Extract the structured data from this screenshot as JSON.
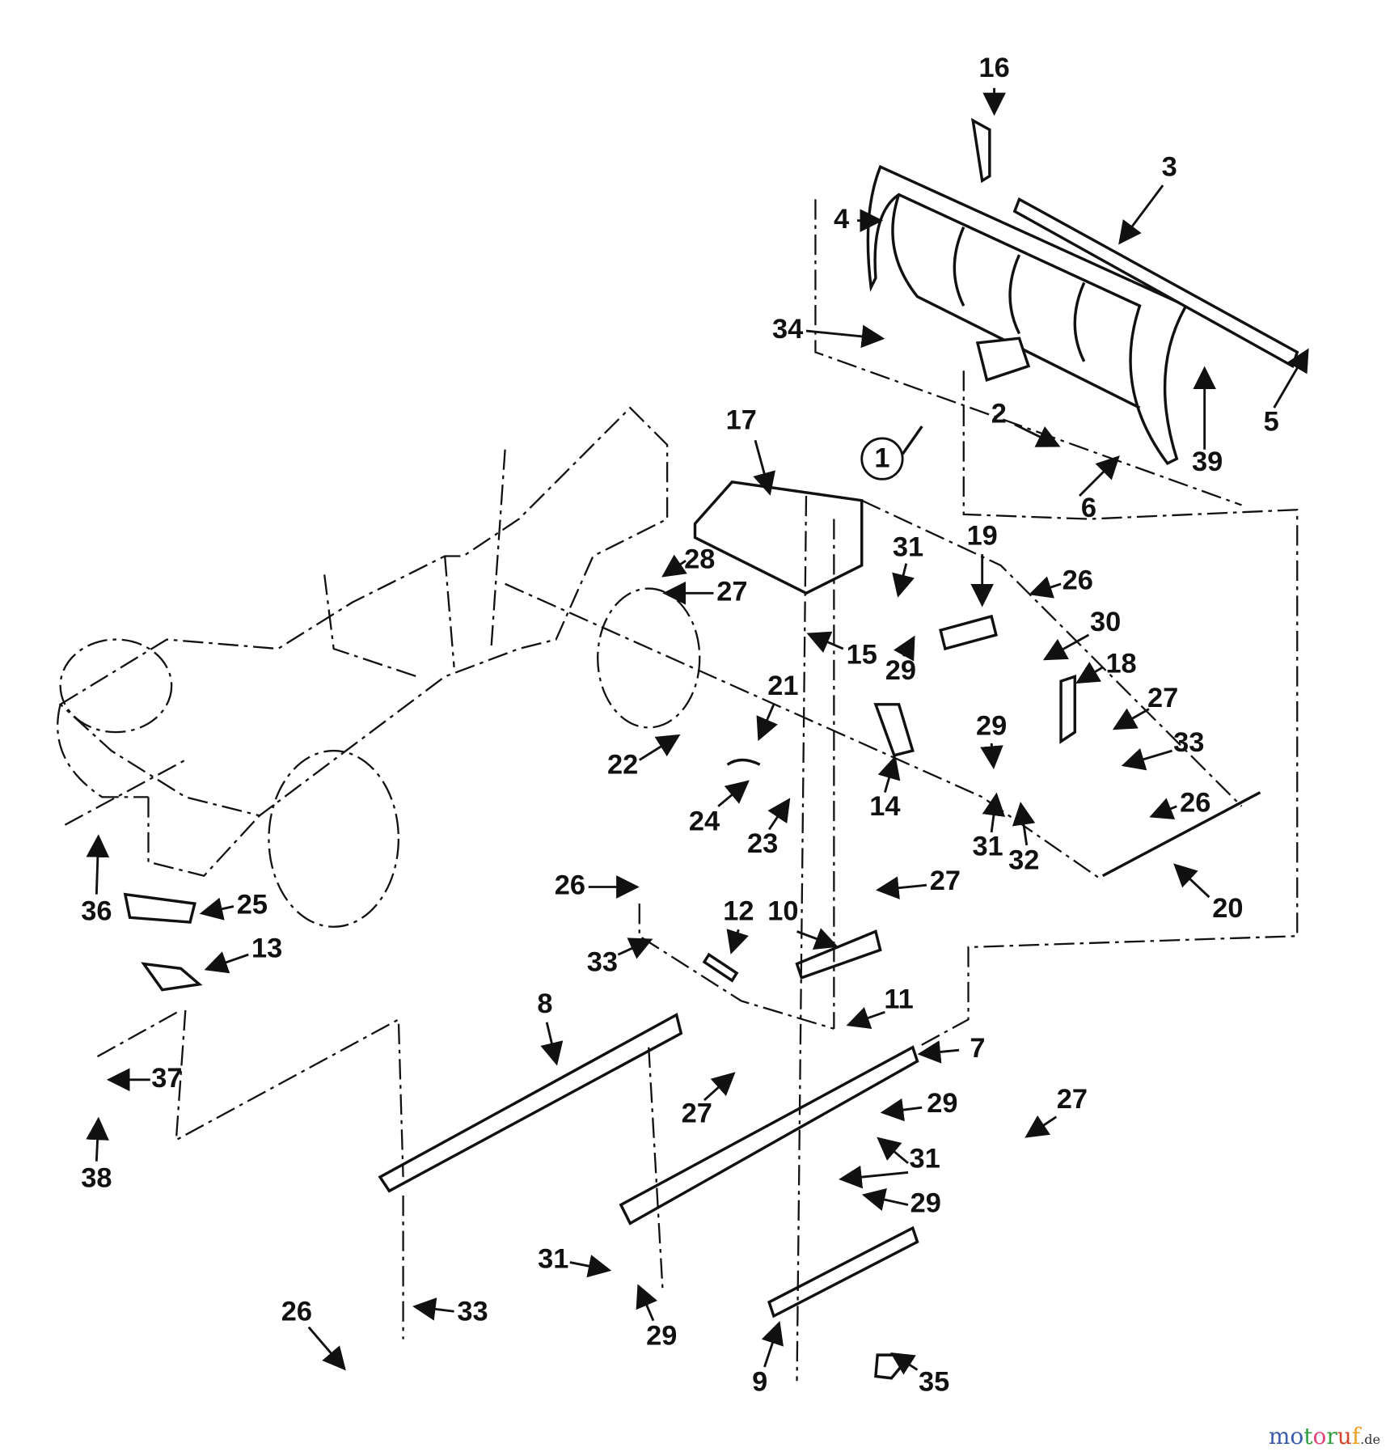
{
  "diagram": {
    "title_callout": "1",
    "callouts": [
      "16",
      "3",
      "4",
      "34",
      "5",
      "39",
      "2",
      "6",
      "17",
      "31",
      "19",
      "28",
      "27",
      "26",
      "30",
      "15",
      "29",
      "18",
      "21",
      "27",
      "29",
      "33",
      "22",
      "14",
      "26",
      "24",
      "23",
      "31",
      "32",
      "36",
      "25",
      "26",
      "27",
      "20",
      "10",
      "12",
      "13",
      "33",
      "11",
      "8",
      "7",
      "37",
      "27",
      "29",
      "27",
      "38",
      "31",
      "29",
      "31",
      "33",
      "26",
      "29",
      "9",
      "35"
    ]
  },
  "watermark": {
    "name": "motoruf",
    "suffix": ".de",
    "colors": [
      "#3b5bab",
      "#3b5bab",
      "#2e9e3e",
      "#e0457b",
      "#2e9e3e",
      "#d2452a",
      "#f0a020",
      "#f0c020"
    ]
  }
}
